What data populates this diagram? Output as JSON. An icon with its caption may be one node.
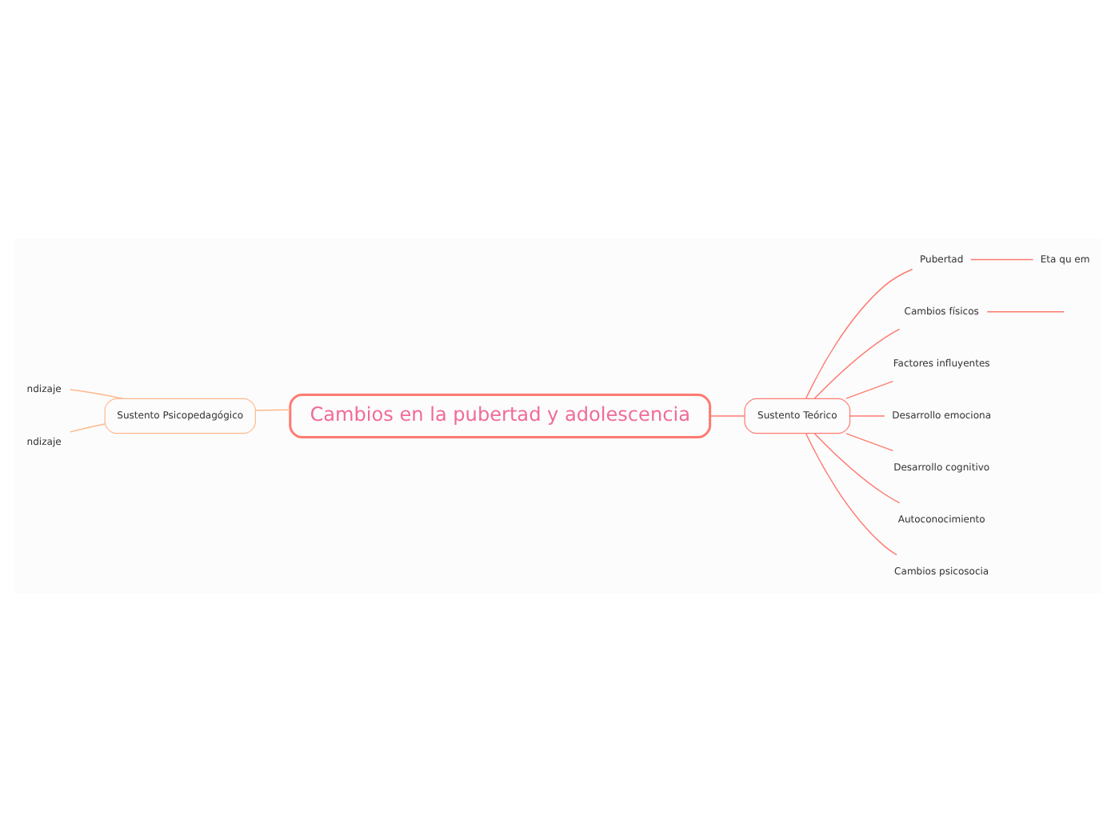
{
  "diagram": {
    "nodes": [
      {
        "text": [
          "Cambios en la pubertad y adolescencia"
        ]
      },
      {
        "text": [
          "Sustento Psicopedagógico"
        ]
      },
      {
        "text": [
          "ndizaje"
        ]
      },
      {
        "text": [
          "ndizaje"
        ]
      },
      {
        "text": [
          "Sustento Teórico"
        ]
      },
      {
        "text": [
          "Pubertad"
        ]
      },
      {
        "text": [
          "Eta qu em"
        ]
      },
      {
        "text": [
          "Cambios físicos"
        ]
      },
      {
        "text": [
          "Factores influyentes"
        ]
      },
      {
        "text": [
          "Desarrollo emociona"
        ]
      },
      {
        "text": [
          "Desarrollo cognitivo"
        ]
      },
      {
        "text": [
          "Autoconocimiento"
        ]
      },
      {
        "text": [
          "Cambios psicosocia"
        ]
      }
    ],
    "edges": [
      {
        "from": 0,
        "to": 1,
        "arrow": "none",
        "color": "#ffb98a"
      },
      {
        "from": 1,
        "to": 2,
        "arrow": "none",
        "color": "#ffb98a"
      },
      {
        "from": 1,
        "to": 3,
        "arrow": "none",
        "color": "#ffb98a"
      },
      {
        "from": 0,
        "to": 4,
        "arrow": "none"
      },
      {
        "from": 4,
        "to": 5,
        "arrow": "none"
      },
      {
        "from": 5,
        "to": 6,
        "arrow": "none"
      },
      {
        "from": 4,
        "to": 7,
        "arrow": "none"
      },
      {
        "from": 7,
        "to": null,
        "arrow": "none"
      },
      {
        "from": 4,
        "to": 8,
        "arrow": "none"
      },
      {
        "from": 4,
        "to": 9,
        "arrow": "none"
      },
      {
        "from": 4,
        "to": 10,
        "arrow": "none"
      },
      {
        "from": 4,
        "to": 11,
        "arrow": "none"
      },
      {
        "from": 4,
        "to": 12,
        "arrow": "none"
      }
    ]
  }
}
